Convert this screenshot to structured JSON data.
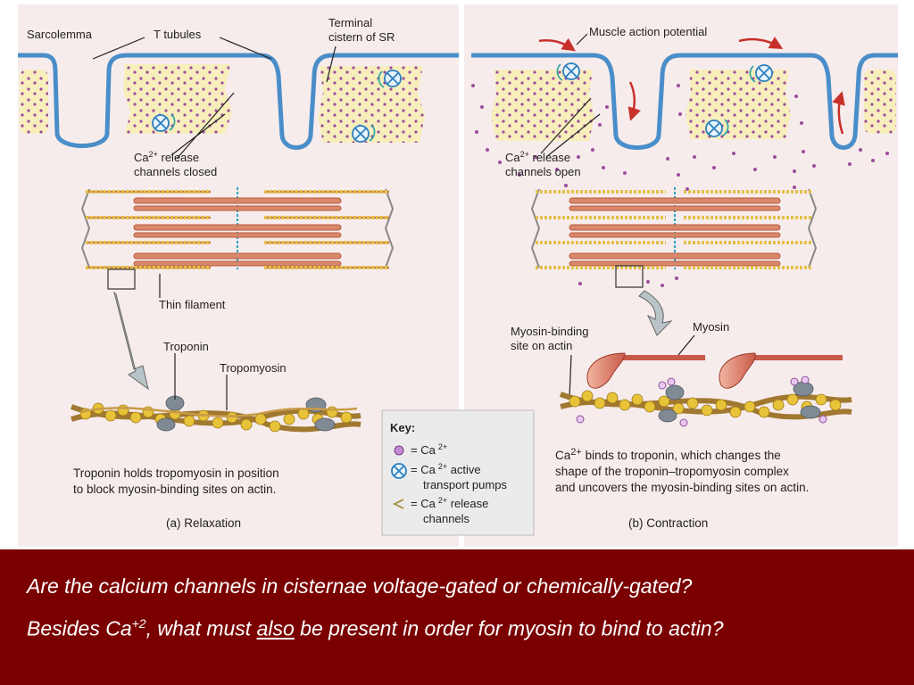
{
  "labels": {
    "sarcolemma": "Sarcolemma",
    "t_tubules": "T tubules",
    "terminal_1": "Terminal",
    "terminal_2": "cistern of SR",
    "ca_closed_1": "Ca",
    "ca_closed_sup": "2+",
    "ca_closed_2": " release",
    "ca_closed_3": "channels closed",
    "thin_filament": "Thin filament",
    "troponin": "Troponin",
    "tropomyosin": "Tropomyosin",
    "relax_cap_1": "Troponin holds tropomyosin in position",
    "relax_cap_2": "to block myosin-binding sites on actin.",
    "panel_a": "(a) Relaxation",
    "map": "Muscle action potential",
    "ca_open_1": "Ca",
    "ca_open_sup": "2+",
    "ca_open_2": " release",
    "ca_open_3": "channels open",
    "mbs_1": "Myosin-binding",
    "mbs_2": "site on actin",
    "myosin": "Myosin",
    "contr_cap_1a": "Ca",
    "contr_cap_1sup": "2+",
    "contr_cap_1b": " binds to troponin, which changes the",
    "contr_cap_2": "shape of the troponin–tropomyosin complex",
    "contr_cap_3": "and uncovers the myosin-binding sites on actin.",
    "panel_b": "(b) Contraction"
  },
  "key": {
    "title": "Key:",
    "item1_a": "= Ca",
    "item1_sup": "2+",
    "item2_a": "= Ca",
    "item2_sup": "2+",
    "item2_b": "  active",
    "item2_c": "transport pumps",
    "item3_a": "= Ca",
    "item3_sup": "2+",
    "item3_b": "  release",
    "item3_c": "channels"
  },
  "questions": {
    "q1": "Are the calcium channels in cisternae voltage-gated or chemically-gated?",
    "q2_a": "Besides Ca",
    "q2_sup": "+2",
    "q2_b": ", what must ",
    "q2_u": "also",
    "q2_c": " be present in order for myosin to bind to actin?"
  },
  "colors": {
    "background": "#f7ecec",
    "sarcolemma": "#4a8ec9",
    "sr": "#f7eebc",
    "calcium": "#9c4d9c",
    "question_panel": "#7a0000",
    "arrow": "#c8302a"
  }
}
